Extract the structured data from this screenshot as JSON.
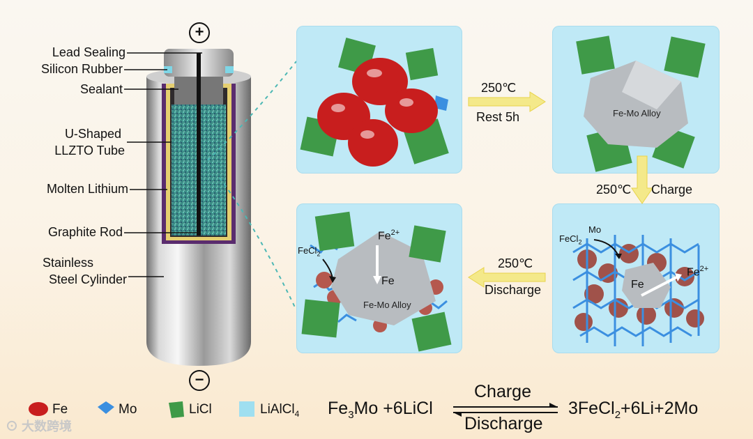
{
  "battery": {
    "terminal_positive": "+",
    "terminal_negative": "−",
    "labels": [
      "Lead Sealing",
      "Silicon Rubber",
      "Sealant",
      "U-Shaped",
      "LLZTO Tube",
      "Molten Lithium",
      "Graphite Rod",
      "Stainless",
      "Steel Cylinder"
    ]
  },
  "steps": {
    "rest": {
      "temp": "250℃",
      "action": "Rest 5h"
    },
    "charge": {
      "temp": "250℃",
      "action": "Charge"
    },
    "discharge": {
      "temp": "250℃",
      "action": "Discharge"
    }
  },
  "panels": {
    "alloy_label": "Fe-Mo Alloy",
    "fecl2": "FeCl",
    "fecl2_sub": "2",
    "mo": "Mo",
    "fe": "Fe",
    "fe2plus": "Fe",
    "fe2plus_sup": "2+"
  },
  "legend": [
    {
      "label": "Fe",
      "color": "#c81e1e"
    },
    {
      "label": "Mo",
      "color": "#3b8fe0"
    },
    {
      "label": "LiCl",
      "color": "#3f9a48"
    },
    {
      "label": "LiAlCl",
      "sub": "4",
      "color": "#9fdff0"
    }
  ],
  "equation": {
    "left": "Fe",
    "left_sub": "3",
    "left_rest": "Mo +6LiCl",
    "over": "Charge",
    "under": "Discharge",
    "right": "3FeCl",
    "right_sub": "2",
    "right_rest": "+6Li+2Mo"
  },
  "watermark": "大数跨境"
}
